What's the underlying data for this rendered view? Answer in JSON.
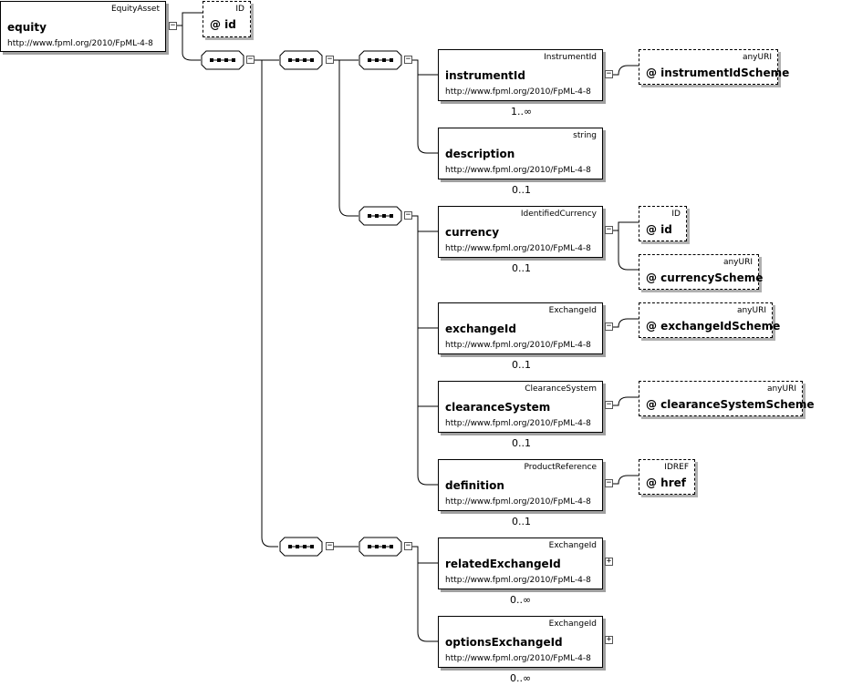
{
  "root": {
    "type": "EquityAsset",
    "name": "equity",
    "ns": "http://www.fpml.org/2010/FpML-4-8"
  },
  "root_attr": {
    "type": "ID",
    "name": "@  id"
  },
  "toggles": {
    "minus": "−",
    "plus": "+"
  },
  "elements": [
    {
      "key": "instrumentId",
      "type": "InstrumentId",
      "name": "instrumentId",
      "ns": "http://www.fpml.org/2010/FpML-4-8",
      "card": "1..∞"
    },
    {
      "key": "description",
      "type": "string",
      "name": "description",
      "ns": "http://www.fpml.org/2010/FpML-4-8",
      "card": "0..1"
    },
    {
      "key": "currency",
      "type": "IdentifiedCurrency",
      "name": "currency",
      "ns": "http://www.fpml.org/2010/FpML-4-8",
      "card": "0..1"
    },
    {
      "key": "exchangeId",
      "type": "ExchangeId",
      "name": "exchangeId",
      "ns": "http://www.fpml.org/2010/FpML-4-8",
      "card": "0..1"
    },
    {
      "key": "clearanceSystem",
      "type": "ClearanceSystem",
      "name": "clearanceSystem",
      "ns": "http://www.fpml.org/2010/FpML-4-8",
      "card": "0..1"
    },
    {
      "key": "definition",
      "type": "ProductReference",
      "name": "definition",
      "ns": "http://www.fpml.org/2010/FpML-4-8",
      "card": "0..1"
    },
    {
      "key": "relatedExchangeId",
      "type": "ExchangeId",
      "name": "relatedExchangeId",
      "ns": "http://www.fpml.org/2010/FpML-4-8",
      "card": "0..∞"
    },
    {
      "key": "optionsExchangeId",
      "type": "ExchangeId",
      "name": "optionsExchangeId",
      "ns": "http://www.fpml.org/2010/FpML-4-8",
      "card": "0..∞"
    }
  ],
  "attributes": [
    {
      "key": "instrumentIdScheme",
      "type": "anyURI",
      "name": "@  instrumentIdScheme"
    },
    {
      "key": "currencyId",
      "type": "ID",
      "name": "@  id"
    },
    {
      "key": "currencyScheme",
      "type": "anyURI",
      "name": "@  currencyScheme"
    },
    {
      "key": "exchangeIdScheme",
      "type": "anyURI",
      "name": "@  exchangeIdScheme"
    },
    {
      "key": "clearanceSystemScheme",
      "type": "anyURI",
      "name": "@  clearanceSystemScheme"
    },
    {
      "key": "href",
      "type": "IDREF",
      "name": "@  href"
    }
  ]
}
